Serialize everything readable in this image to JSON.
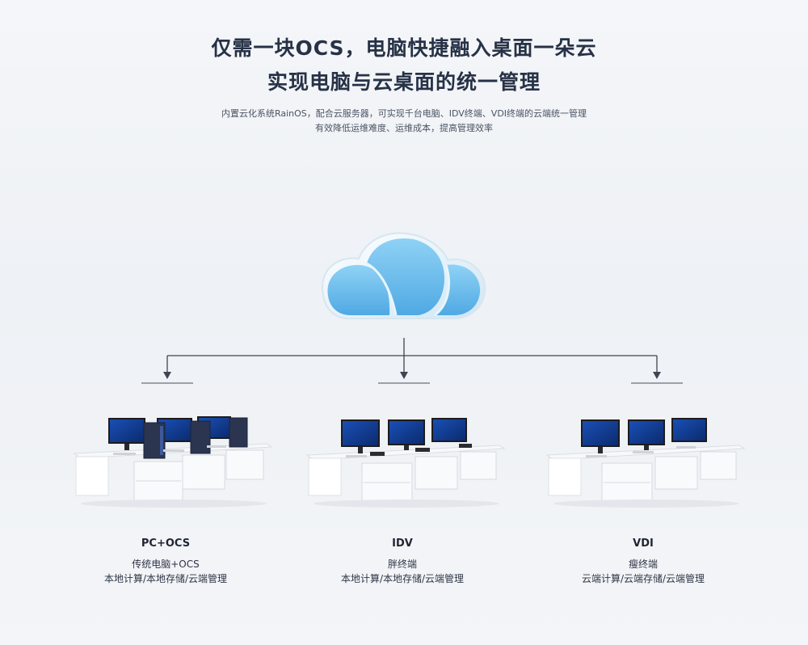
{
  "header": {
    "title_line1": "仅需一块OCS，电脑快捷融入桌面一朵云",
    "title_line2": "实现电脑与云桌面的统一管理",
    "subtitle_line1": "内置云化系统RainOS，配合云服务器，可实现千台电脑、IDV终端、VDI终端的云端统一管理",
    "subtitle_line2": "有效降低运维难度、运维成本，提高管理效率"
  },
  "diagram": {
    "root_icon": "cloud-icon",
    "colors": {
      "cloud": "#6ec1ee",
      "connector": "#3f4550",
      "title": "#273246"
    },
    "columns": [
      {
        "name": "PC+OCS",
        "desc": "传统电脑+OCS",
        "features": "本地计算/本地存储/云端管理",
        "icon": "pc-workstation-icon"
      },
      {
        "name": "IDV",
        "desc": "胖终端",
        "features": "本地计算/本地存储/云端管理",
        "icon": "idv-workstation-icon"
      },
      {
        "name": "VDI",
        "desc": "瘦终端",
        "features": "云端计算/云端存储/云端管理",
        "icon": "vdi-workstation-icon"
      }
    ]
  }
}
